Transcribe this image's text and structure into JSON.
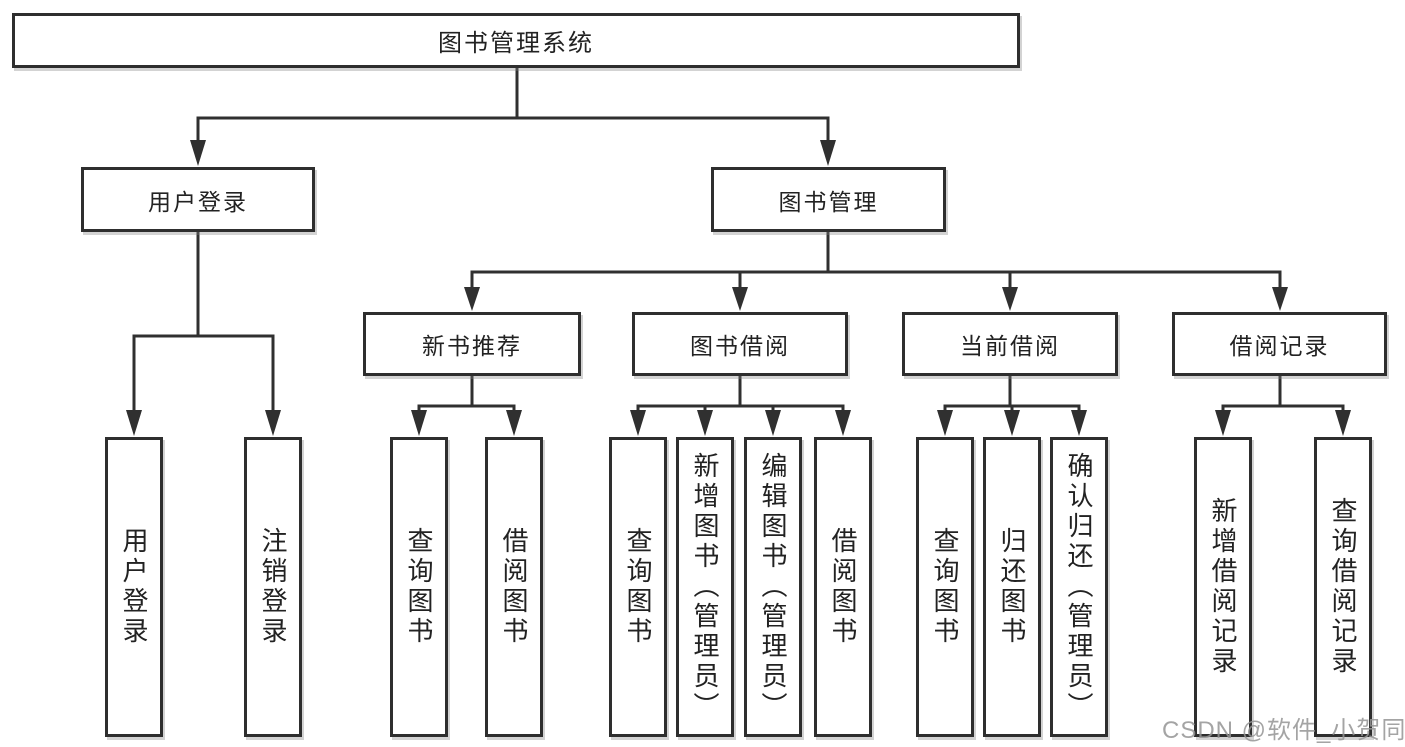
{
  "diagram": {
    "root": {
      "label": "图书管理系统"
    },
    "level2": [
      {
        "id": "user-login",
        "label": "用户登录"
      },
      {
        "id": "book-management",
        "label": "图书管理"
      }
    ],
    "level3": [
      {
        "id": "new-book-recommend",
        "label": "新书推荐"
      },
      {
        "id": "book-borrowing",
        "label": "图书借阅"
      },
      {
        "id": "current-borrowing",
        "label": "当前借阅"
      },
      {
        "id": "borrow-records",
        "label": "借阅记录"
      }
    ],
    "leaves": [
      {
        "id": "user-login-leaf",
        "label": "用户登录"
      },
      {
        "id": "logout",
        "label": "注销登录"
      },
      {
        "id": "query-books-recommend",
        "label": "查询图书"
      },
      {
        "id": "borrow-books-recommend",
        "label": "借阅图书"
      },
      {
        "id": "query-books-borrowing",
        "label": "查询图书"
      },
      {
        "id": "add-book-admin",
        "label": "新增图书（管理员）"
      },
      {
        "id": "edit-book-admin",
        "label": "编辑图书（管理员）"
      },
      {
        "id": "borrow-books-borrowing",
        "label": "借阅图书"
      },
      {
        "id": "query-books-current",
        "label": "查询图书"
      },
      {
        "id": "return-book",
        "label": "归还图书"
      },
      {
        "id": "confirm-return-admin",
        "label": "确认归还（管理员）"
      },
      {
        "id": "add-borrow-record",
        "label": "新增借阅记录"
      },
      {
        "id": "query-borrow-record",
        "label": "查询借阅记录"
      }
    ]
  },
  "watermark": {
    "text": "CSDN @软件_小贺同学",
    "color": "#949494"
  },
  "colors": {
    "line": "#303030",
    "box_border": "#2e2e2e",
    "text": "#222222",
    "background": "#ffffff"
  }
}
